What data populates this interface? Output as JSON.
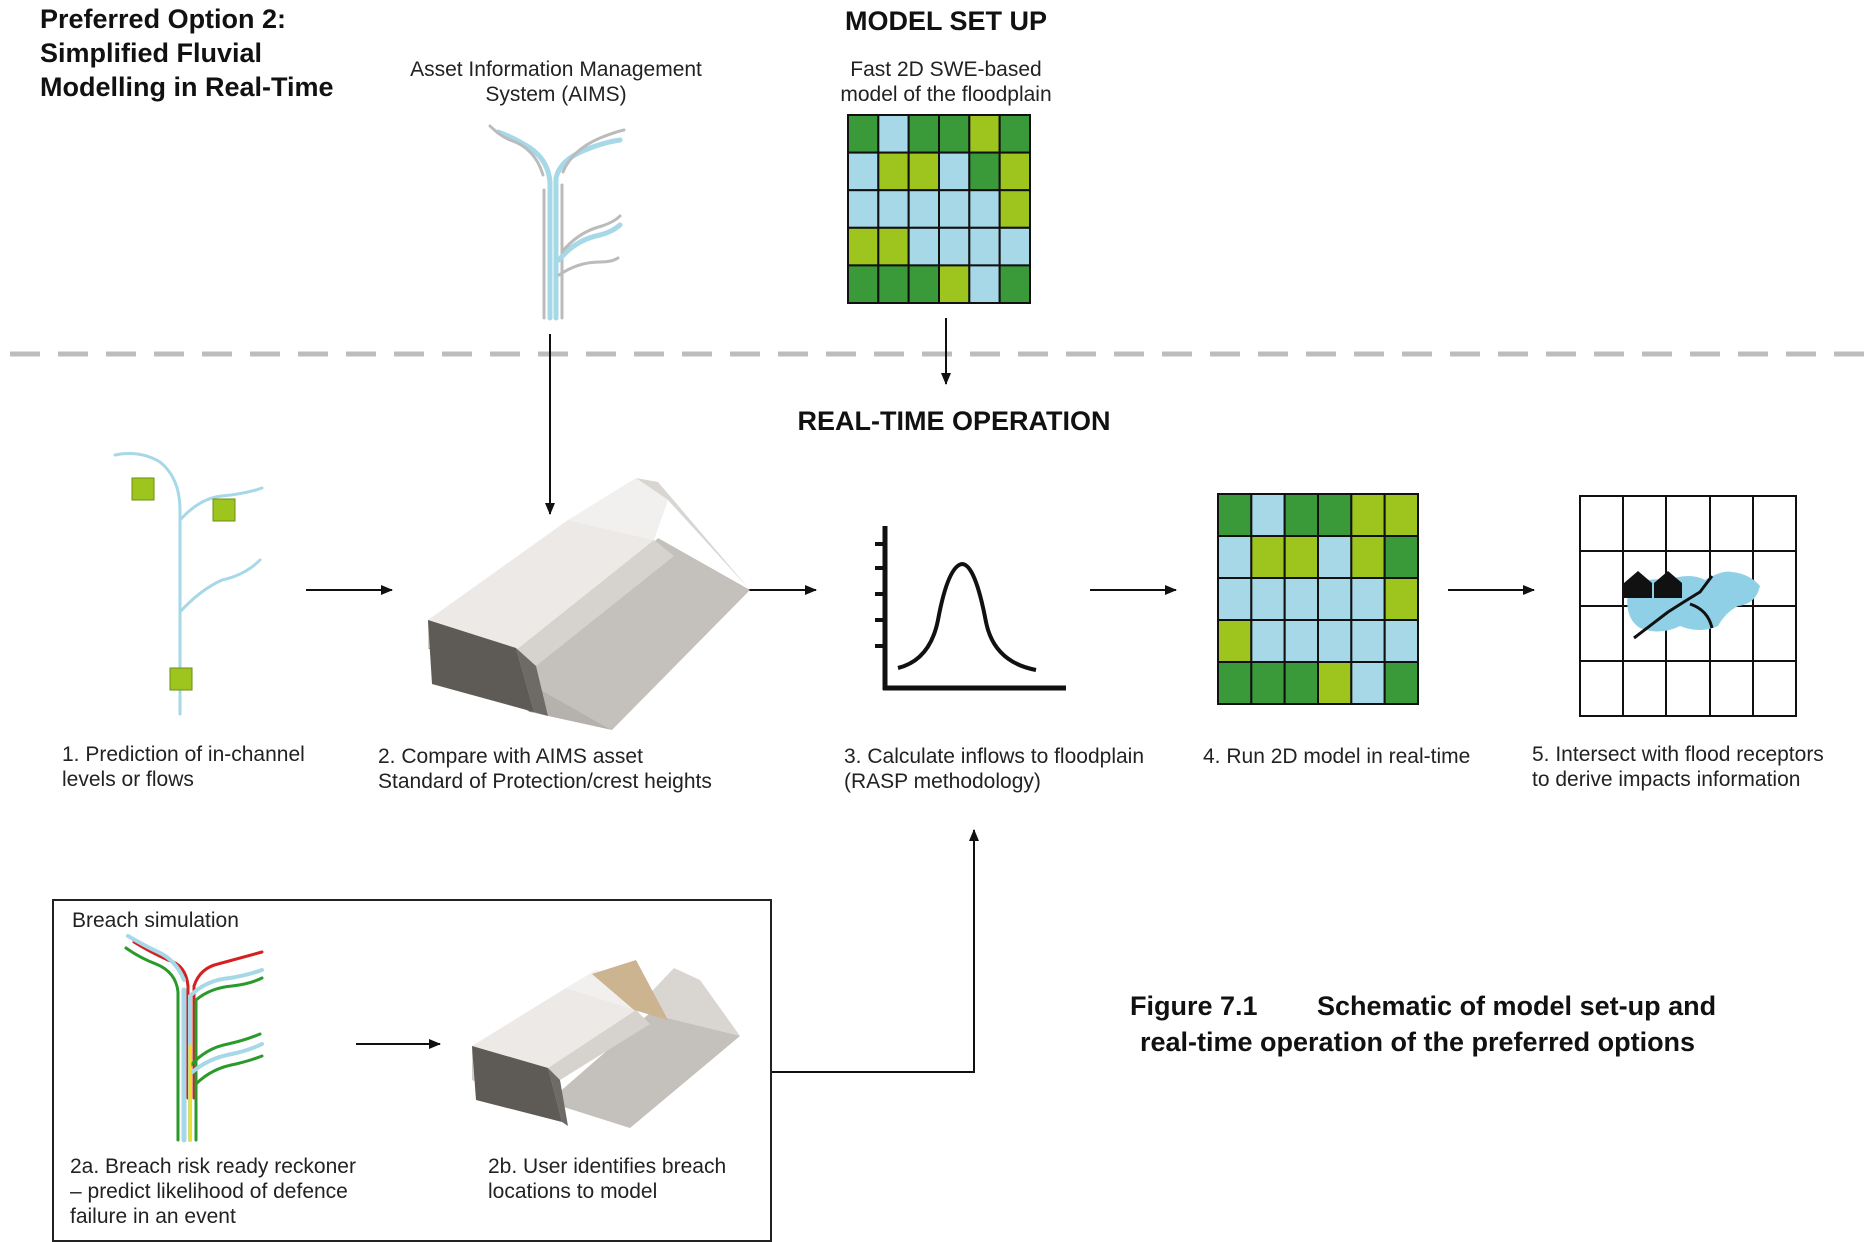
{
  "header": {
    "option_title": [
      "Preferred Option 2:",
      "Simplified Fluvial",
      "Modelling in Real-Time"
    ],
    "aims_label": [
      "Asset Information Management",
      "System (AIMS)"
    ],
    "model_setup_title": "MODEL SET UP",
    "model_desc": [
      "Fast 2D SWE-based",
      "model of the floodplain"
    ]
  },
  "realtime": {
    "title": "REAL-TIME OPERATION",
    "steps": [
      {
        "lines": [
          "1. Prediction of in-channel",
          "levels or flows"
        ]
      },
      {
        "lines": [
          "2. Compare with AIMS  asset",
          "Standard of Protection/crest heights"
        ]
      },
      {
        "lines": [
          "3. Calculate inflows to floodplain",
          "(RASP methodology)"
        ]
      },
      {
        "lines": [
          "4. Run 2D model in real-time"
        ]
      },
      {
        "lines": [
          "5. Intersect with flood receptors",
          "to derive impacts information"
        ]
      }
    ]
  },
  "breach": {
    "title": "Breach simulation",
    "step_a": [
      "2a. Breach risk ready reckoner",
      "– predict likelihood of defence",
      "failure in an event"
    ],
    "step_b": [
      "2b. User identifies breach",
      "locations to model"
    ]
  },
  "caption": {
    "number": "Figure 7.1",
    "line1": "Schematic of model set-up and",
    "line2": "real-time operation of the preferred options"
  },
  "colors": {
    "dark_green": "#3a9a3a",
    "light_green": "#9ec41e",
    "light_blue": "#a6d8e8",
    "river_blue": "#a6d8e8",
    "embankment_dark": "#5e5a56",
    "embankment_light": "#c4c0bb",
    "breach_tan": "#cbb48f",
    "red": "#d42020",
    "green_line": "#2a9a2a",
    "yellow_line": "#f2e12a",
    "dash_gray": "#bdbdbd",
    "flood_blue": "#8fd0e6"
  },
  "grids": {
    "legend": {
      "G": "dark green",
      "L": "light green",
      "B": "light blue"
    },
    "setup": [
      "GBGGLG",
      "BLLBGL",
      "BBBBBL",
      "LLBBBB",
      "GGGLBG"
    ],
    "run": [
      "GBGGLL",
      "BLLBLG",
      "BBBBBL",
      "LBBBBB",
      "GGGLBG"
    ]
  }
}
